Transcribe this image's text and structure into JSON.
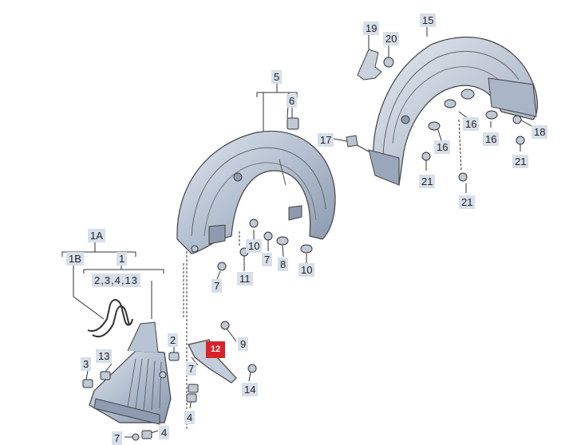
{
  "diagram": {
    "labels": {
      "l1A": "1A",
      "l1B": "1B",
      "l1": "1",
      "l2341 3": "",
      "l2": "2",
      "l3": "3",
      "l4a": "4",
      "l4b": "4",
      "l5": "5",
      "l6": "6",
      "l7a": "7",
      "l7b": "7",
      "l7c": "7",
      "l7d": "7",
      "l8": "8",
      "l9": "9",
      "l10a": "10",
      "l10b": "10",
      "l11": "11",
      "l12": "12",
      "l13": "13",
      "l14": "14",
      "l15": "15",
      "l16a": "16",
      "l16b": "16",
      "l16c": "16",
      "l17": "17",
      "l18": "18",
      "l19": "19",
      "l20": "20",
      "l21a": "21",
      "l21b": "21",
      "l21c": "21",
      "lgroup": "2,3,4,13"
    },
    "highlight_color": "#d8232a",
    "tag_color": "#d6dfea"
  }
}
